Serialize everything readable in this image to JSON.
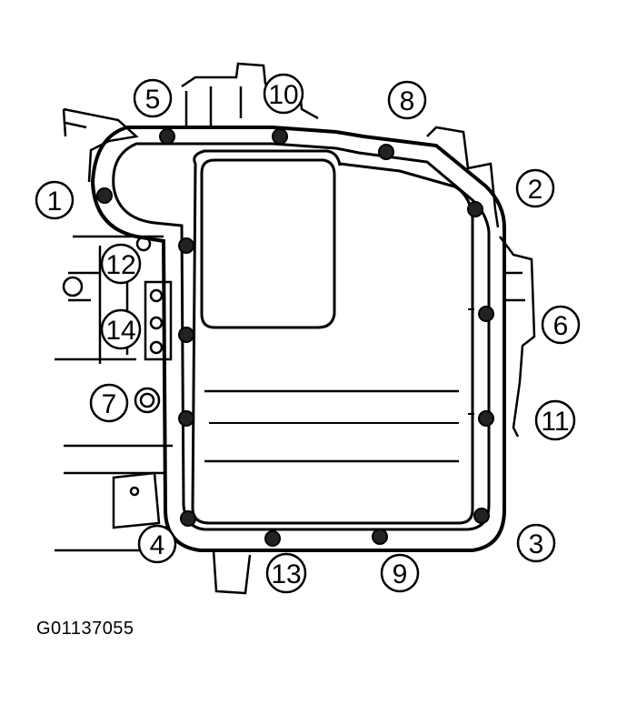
{
  "figure": {
    "caption": "G01137055"
  },
  "callouts": [
    {
      "id": "1",
      "label": "1"
    },
    {
      "id": "2",
      "label": "2"
    },
    {
      "id": "3",
      "label": "3"
    },
    {
      "id": "4",
      "label": "4"
    },
    {
      "id": "5",
      "label": "5"
    },
    {
      "id": "6",
      "label": "6"
    },
    {
      "id": "7",
      "label": "7"
    },
    {
      "id": "8",
      "label": "8"
    },
    {
      "id": "9",
      "label": "9"
    },
    {
      "id": "10",
      "label": "10"
    },
    {
      "id": "11",
      "label": "11"
    },
    {
      "id": "12",
      "label": "12"
    },
    {
      "id": "13",
      "label": "13"
    },
    {
      "id": "14",
      "label": "14"
    }
  ]
}
